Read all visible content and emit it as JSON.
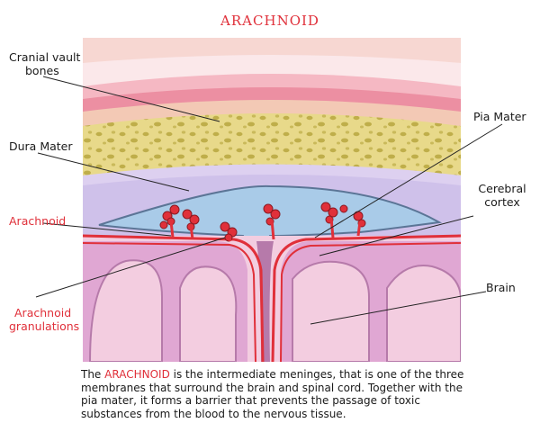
{
  "title": "ARACHNOID",
  "labels": {
    "cranial_vault_line1": "Cranial vault",
    "cranial_vault_line2": "bones",
    "dura_mater": "Dura Mater",
    "arachnoid": "Arachnoid",
    "arachnoid_gran_line1": "Arachnoid",
    "arachnoid_gran_line2": "granulations",
    "pia_mater": "Pia Mater",
    "cerebral_line1": "Cerebral",
    "cerebral_line2": "cortex",
    "brain": "Brain"
  },
  "caption": {
    "before": "The ",
    "highlight": "ARACHNOID",
    "after": " is the intermediate meninges, that is one of the three membranes that surround the brain and spinal cord. Together with the pia mater, it forms a barrier that prevents the passage of toxic substances from the blood to the nervous tissue."
  },
  "colors": {
    "accent_red": "#e0303a",
    "skin": "#f7d7d2",
    "bone": "#e8d98a",
    "dura": "#ddd0f0",
    "csf": "#a9cbe8",
    "cortex": "#e0a7d3",
    "brain": "#f3cde0"
  }
}
